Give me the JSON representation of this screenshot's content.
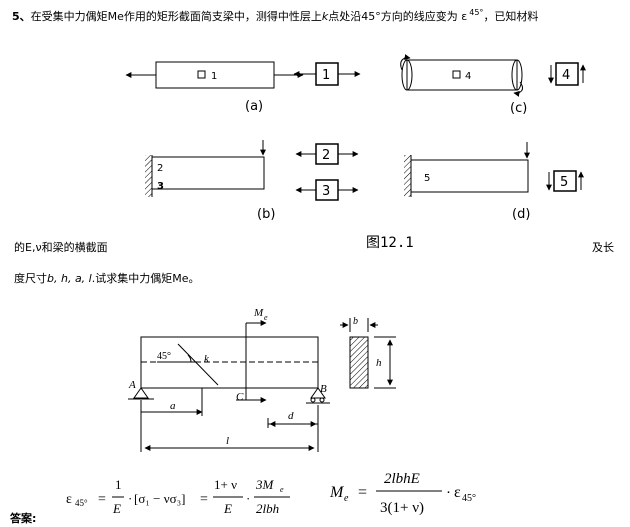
{
  "question": {
    "number": "5、",
    "text_a": "在受集中力偶矩Me作用的矩形截面简支梁中，测得中性层上",
    "k_letter": "k",
    "text_b": "点处沿45°方向的线应变为",
    "eps_symbol": "ε",
    "eps_sub": "45°",
    "text_c": "，已知材料",
    "line2": "的E,ν和梁的横截面",
    "line2_right": "及长",
    "line3_a": "度尺寸",
    "line3_vars": "b, h, a, l",
    "line3_b": ".试求集中力偶矩Me。"
  },
  "figure12": {
    "caption": "图12.1",
    "labels": {
      "a": "(a)",
      "b": "(b)",
      "c": "(c)",
      "d": "(d)",
      "p1": "1",
      "p2": "2",
      "p3": "3",
      "p4": "4",
      "p5": "5",
      "box1": "1",
      "box2": "2",
      "box3": "3",
      "box4": "4",
      "box5": "5"
    }
  },
  "beam_figure": {
    "Me": "M",
    "Me_sub": "e",
    "angle": "45°",
    "k": "k",
    "A": "A",
    "B": "B",
    "C": "C",
    "a": "a",
    "d": "d",
    "l": "l",
    "b": "b",
    "h": "h"
  },
  "answer": {
    "label": "答案:",
    "eq1_lhs": "ε",
    "eq1_lhs_sub": "45°",
    "eq1_eq": "=",
    "eq1_num1": "1",
    "eq1_den1": "E",
    "eq1_bracket": "[σ₁ − νσ₃]",
    "eq1_eq2": "=",
    "eq1_num2": "1+ ν",
    "eq1_den2": "E",
    "eq1_num3": "3M",
    "eq1_num3_sub": "e",
    "eq1_den3": "2lbh",
    "eq2_lhs": "M",
    "eq2_lhs_sub": "e",
    "eq2_eq": "=",
    "eq2_num": "2lbhE",
    "eq2_den": "3(1+ ν)",
    "eq2_tail": "ε",
    "eq2_tail_sub": "45°"
  }
}
